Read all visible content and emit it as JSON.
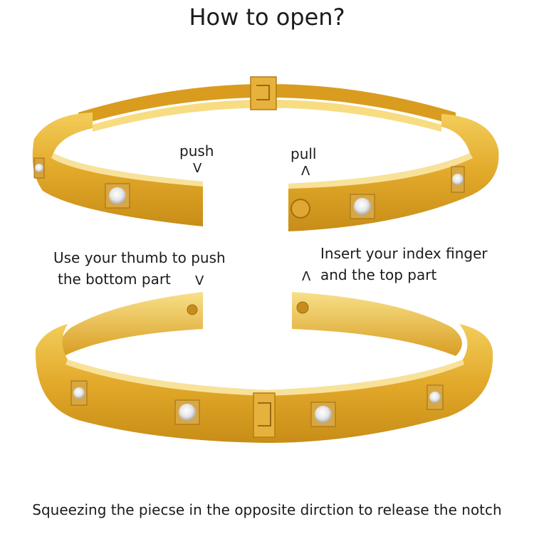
{
  "title": "How to open?",
  "labels": {
    "push": "push",
    "pull": "pull",
    "thumb_line1": "Use your thumb to push",
    "thumb_line2": "the bottom part",
    "index_line1": "Insert your index finger",
    "index_line2": "and the top part",
    "down_caret": "V",
    "up_caret": "Λ"
  },
  "caption": "Squeezing the piecse in the opposite dirction to release the notch",
  "colors": {
    "gold": "#e2a92a",
    "gold_light": "#f6d76d",
    "gold_dark": "#b47c12",
    "text": "#1b1b1b"
  }
}
